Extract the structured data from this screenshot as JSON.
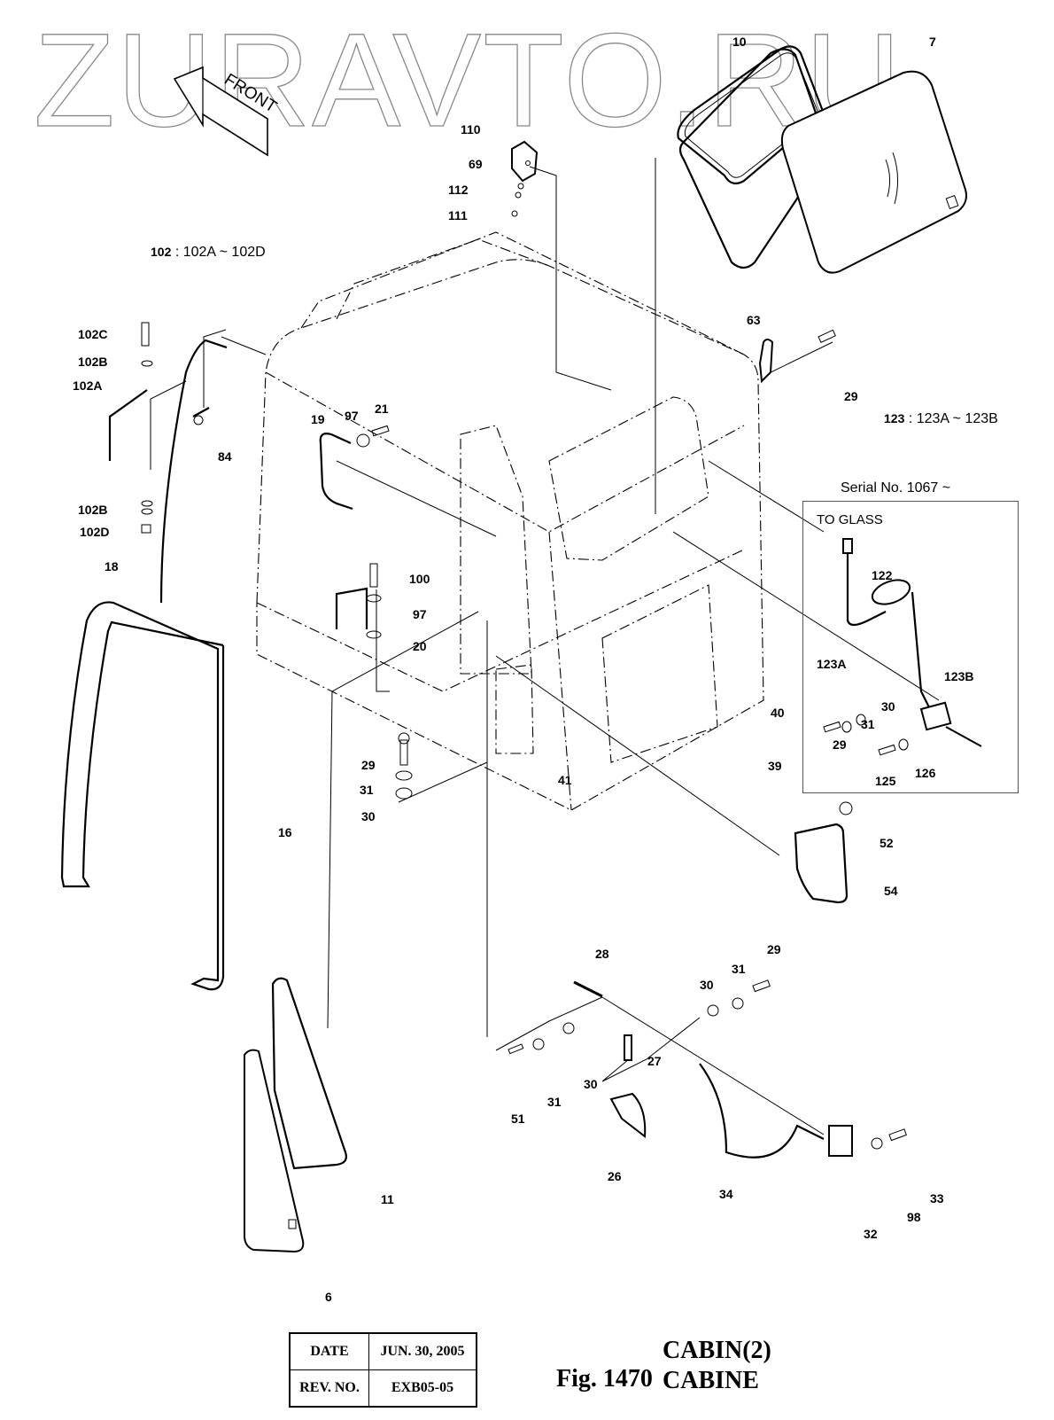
{
  "watermark": "ZURAVTO.RU",
  "front_arrow": {
    "label": "FRONT",
    "icon": "front-direction-arrow-icon"
  },
  "notes": {
    "n102": {
      "key": "102",
      "range": ": 102A ~ 102D"
    },
    "n123": {
      "key": "123",
      "range": ": 123A ~ 123B"
    }
  },
  "inset": {
    "serial": "Serial No. 1067 ~",
    "to_glass": "TO GLASS"
  },
  "callouts": {
    "c110": "110",
    "c69": "69",
    "c112": "112",
    "c111": "111",
    "c10": "10",
    "c7": "7",
    "c102c": "102C",
    "c102b_top": "102B",
    "c102a": "102A",
    "c102b_bot": "102B",
    "c102d": "102D",
    "c18": "18",
    "c84": "84",
    "c19": "19",
    "c97_top": "97",
    "c21": "21",
    "c63": "63",
    "c29_top": "29",
    "c100": "100",
    "c97_mid": "97",
    "c20": "20",
    "c29_mid": "29",
    "c31_mid": "31",
    "c30_mid": "30",
    "c41": "41",
    "c40": "40",
    "c39": "39",
    "c16": "16",
    "c11": "11",
    "c6": "6",
    "c52": "52",
    "c54": "54",
    "c122": "122",
    "c123a": "123A",
    "c123b": "123B",
    "c30_in": "30",
    "c31_in": "31",
    "c29_in": "29",
    "c125": "125",
    "c126": "126",
    "c28": "28",
    "c29_low": "29",
    "c31_low_r": "31",
    "c30_low_r": "30",
    "c27": "27",
    "c51": "51",
    "c31_low_l": "31",
    "c30_low_l": "30",
    "c26": "26",
    "c34": "34",
    "c32": "32",
    "c98": "98",
    "c33": "33"
  },
  "revision_table": {
    "date_label": "DATE",
    "date_value": "JUN. 30, 2005",
    "rev_label": "REV. NO.",
    "rev_value": "EXB05-05"
  },
  "figure": {
    "number": "Fig. 1470",
    "title_en": "CABIN(2)",
    "title_fr": "CABINE"
  }
}
